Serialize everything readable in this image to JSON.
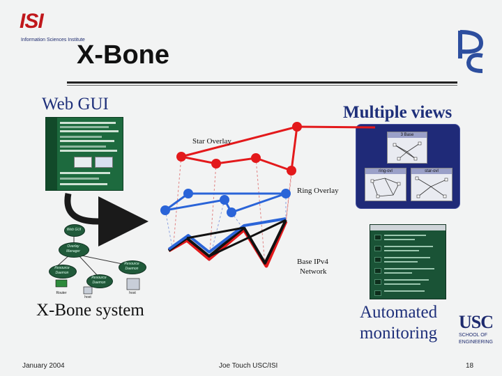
{
  "slide": {
    "title": "X-Bone",
    "isi_logo": {
      "mark": "ISI",
      "subtitle": "Information Sciences Institute"
    },
    "pc_logo": {
      "letters": "PC"
    },
    "labels": {
      "web_gui": "Web GUI",
      "multiple_views": "Multiple views",
      "star_overlay": "Star Overlay",
      "ring_overlay": "Ring Overlay",
      "base_network_line1": "Base IPv4",
      "base_network_line2": "Network",
      "xbone_system": "X-Bone system",
      "automated_line1": "Automated",
      "automated_line2": "monitoring"
    },
    "views_panel": {
      "top_window": "3 Base",
      "left_window": "ring-ovl",
      "right_window": "star-ovl"
    },
    "diagram": {
      "web_gui": "Web GUI",
      "overlay_manager_line1": "Overlay",
      "overlay_manager_line2": "Manager",
      "resource_daemon_left_line1": "Resource",
      "resource_daemon_left_line2": "Daemon",
      "resource_daemon_right_line1": "Resource",
      "resource_daemon_right_line2": "Daemon",
      "resource_daemon_mid_line1": "Resource",
      "resource_daemon_mid_line2": "Daemon",
      "router": "Router",
      "host_a": "host",
      "host_b": "host"
    },
    "usc_logo": {
      "main": "USC",
      "sub1": "SCHOOL OF",
      "sub2": "ENGINEERING"
    },
    "footer": {
      "date": "January 2004",
      "author": "Joe Touch USC/ISI",
      "page": "18"
    },
    "colors": {
      "star_overlay": "#e3191b",
      "ring_overlay": "#2a64d8",
      "base_network": "#111111",
      "title_text": "#1e2f7a"
    }
  }
}
